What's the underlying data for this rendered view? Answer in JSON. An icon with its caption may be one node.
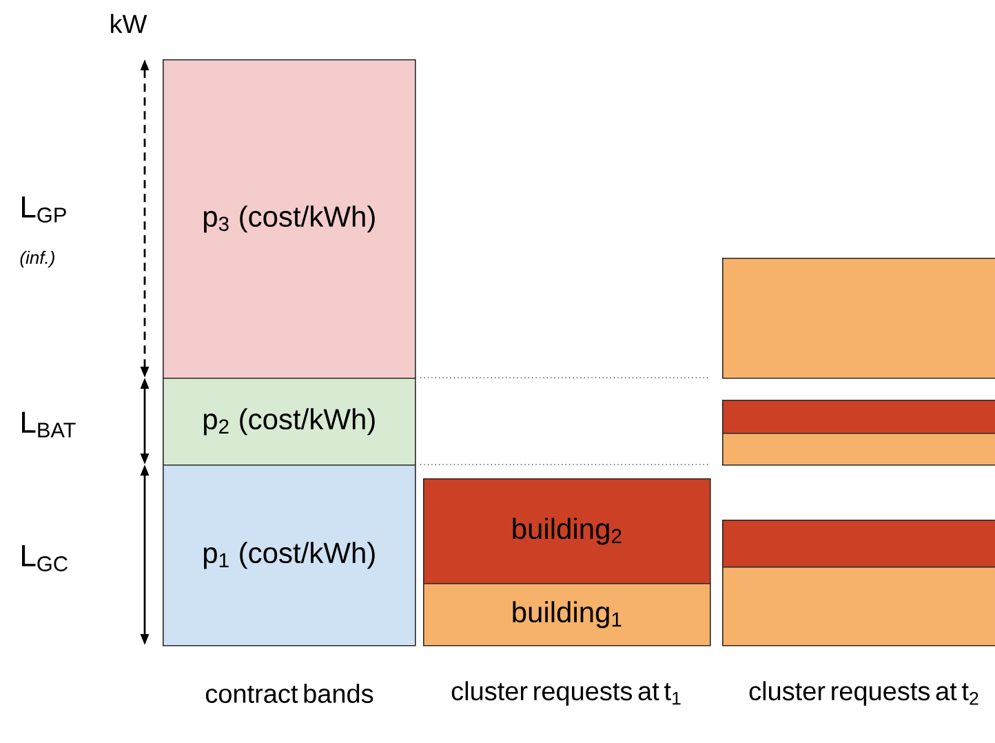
{
  "diagram": {
    "nodes": [
      {
        "text": [
          "p$_{3}$ (cost/kWh)"
        ]
      },
      {
        "text": [
          "p$_{2}$ (cost/kWh)"
        ]
      },
      {
        "text": [
          "p$_{1}$ (cost/kWh)"
        ]
      },
      {
        "text": [
          "building$_{2}$"
        ]
      },
      {
        "text": [
          "building$_{1}$"
        ]
      },
      {
        "text": [],
        "shape": "box"
      },
      {
        "text": [],
        "shape": "box"
      },
      {
        "text": [],
        "shape": "box"
      },
      {
        "text": [],
        "shape": "box"
      },
      {
        "text": [],
        "shape": "box"
      }
    ],
    "labels": [
      "kW",
      "L$_{GP}$",
      "(inf.)",
      "L$_{BAT}$",
      "L$_{GC}$",
      "contract bands",
      "cluster requests at t$_{1}$",
      "cluster requests at t$_{2}$"
    ]
  }
}
